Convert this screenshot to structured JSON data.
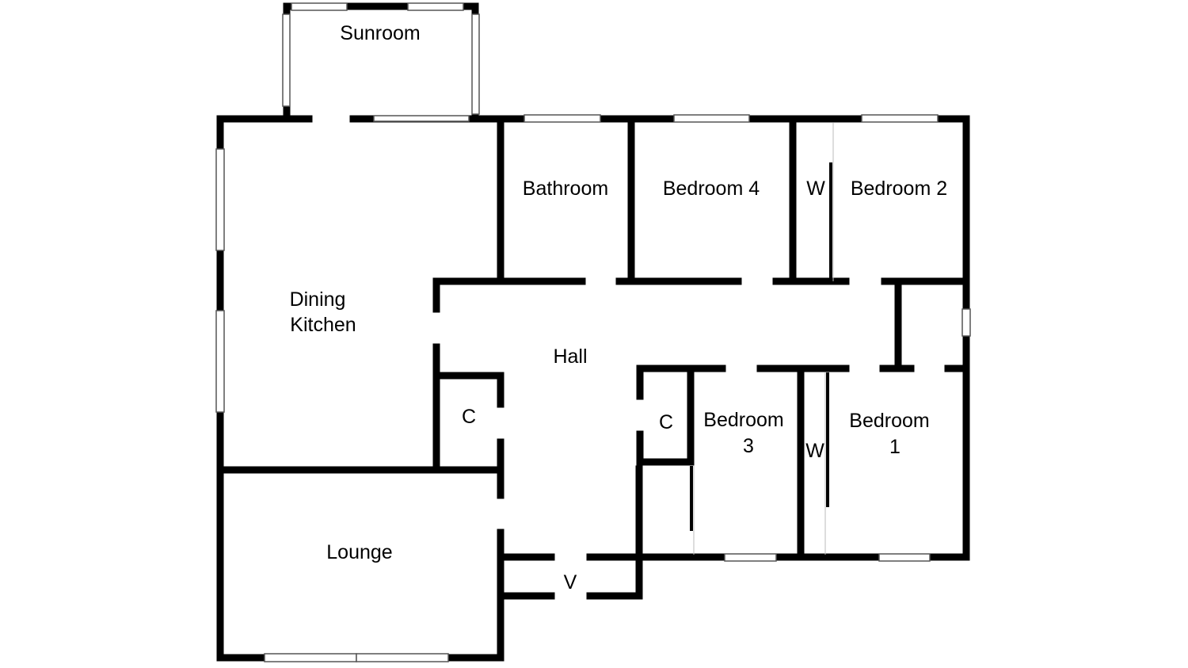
{
  "floorplan": {
    "colors": {
      "wall": "#000000",
      "window_frame": "#555555",
      "window_glass": "#ffffff",
      "background": "#ffffff"
    },
    "rooms": {
      "sunroom": "Sunroom",
      "dining_kitchen_line1": "Dining",
      "dining_kitchen_line2": "Kitchen",
      "bathroom": "Bathroom",
      "bedroom4": "Bedroom 4",
      "wardrobe_bed2": "W",
      "bedroom2": "Bedroom 2",
      "hall": "Hall",
      "cupboard_kitchen": "C",
      "cupboard_bed3": "C",
      "bedroom3_line1": "Bedroom",
      "bedroom3_line2": "3",
      "wardrobe_bed1": "W",
      "bedroom1_line1": "Bedroom",
      "bedroom1_line2": "1",
      "lounge": "Lounge",
      "vestibule": "V"
    }
  }
}
